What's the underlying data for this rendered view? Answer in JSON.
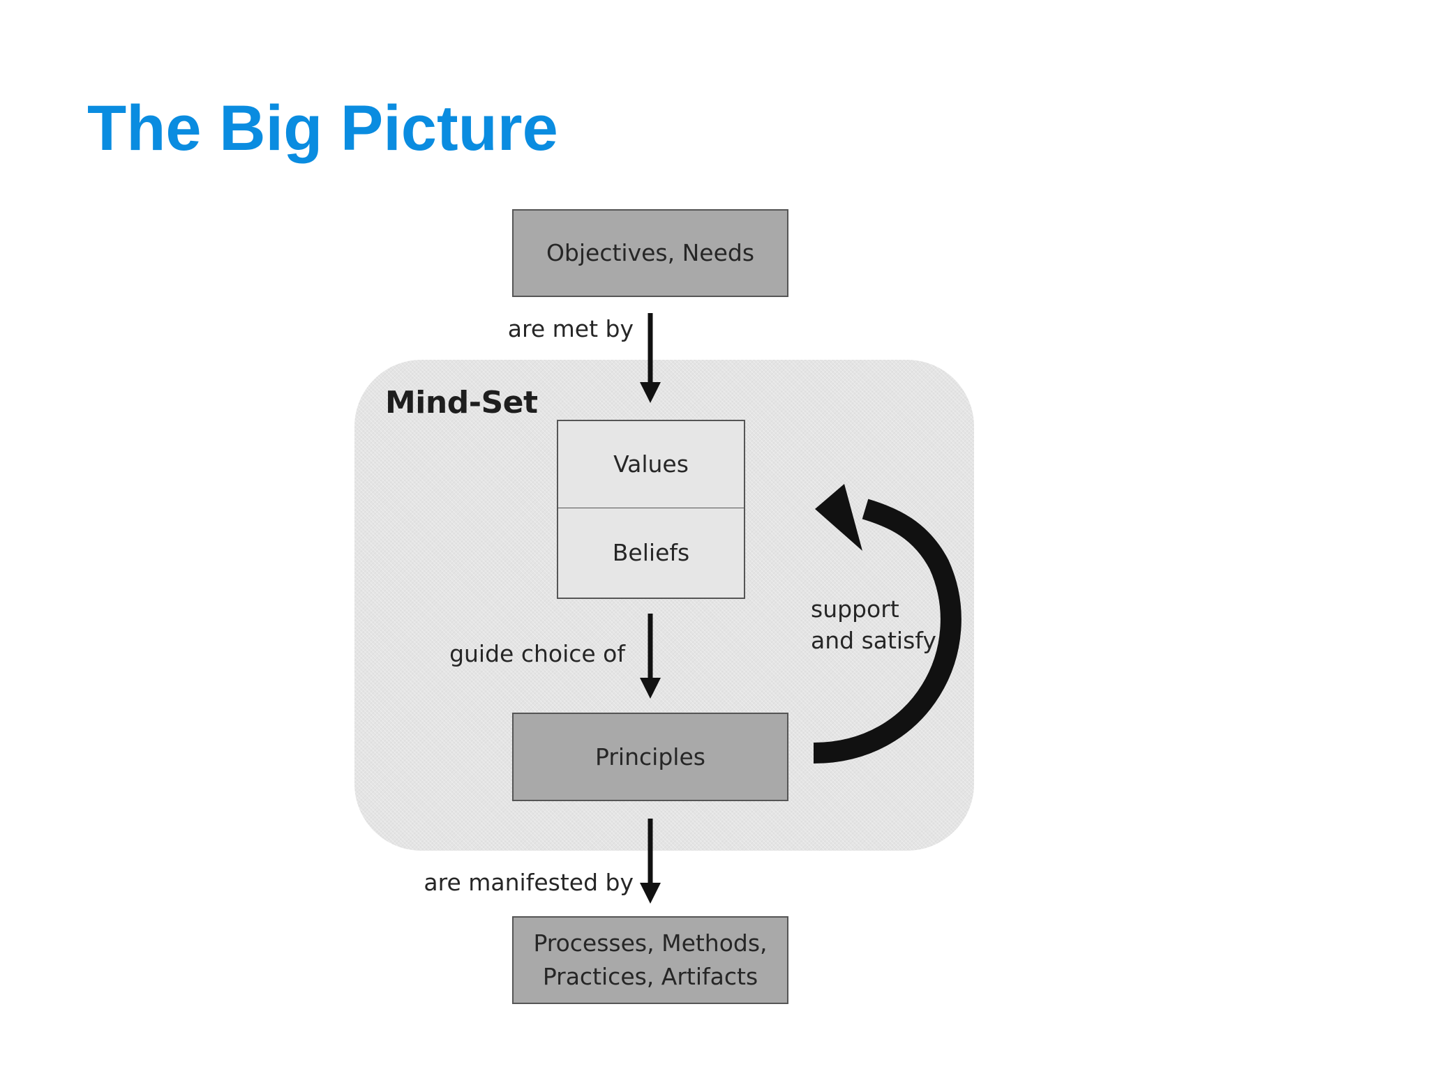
{
  "slide": {
    "title": "The Big Picture"
  },
  "diagram": {
    "mindset_label": "Mind-Set",
    "nodes": {
      "objectives": "Objectives, Needs",
      "values": "Values",
      "beliefs": "Beliefs",
      "principles": "Principles",
      "processes_line1": "Processes, Methods,",
      "processes_line2": "Practices, Artifacts"
    },
    "edges": {
      "are_met_by": "are met by",
      "guide_choice_of": "guide choice of",
      "are_manifested_by": "are manifested by",
      "support_line1": "support",
      "support_line2": "and satisfy"
    }
  },
  "colors": {
    "title": "#0a8ce0",
    "dark_box": "#a9a9a9",
    "light_box": "#e6e6e6",
    "panel": "#e4e4e4",
    "arrow": "#111111"
  }
}
